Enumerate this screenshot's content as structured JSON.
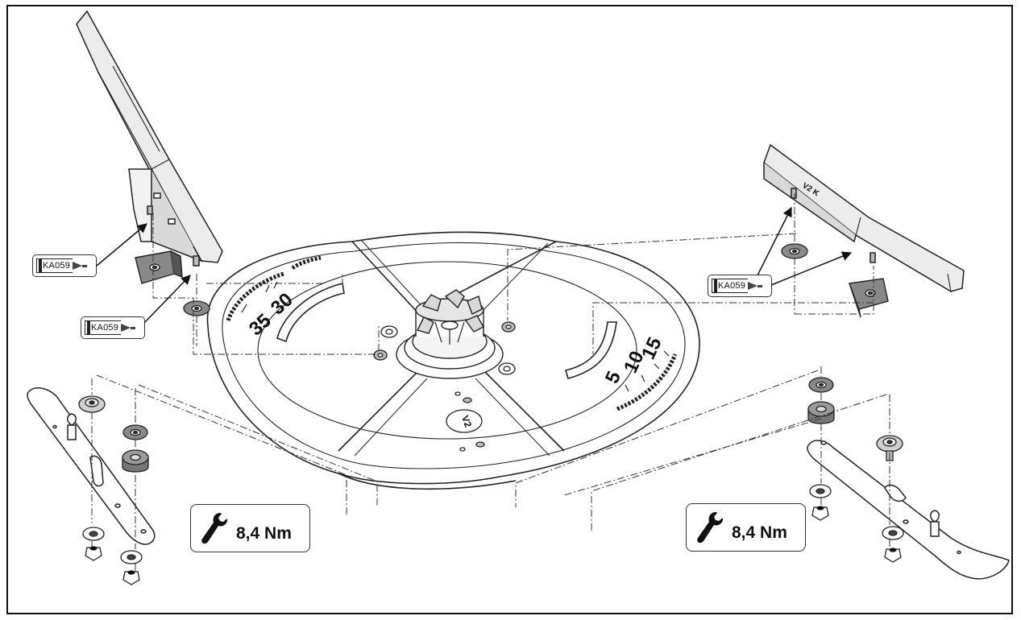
{
  "callouts": {
    "torque_left": {
      "value": "8,4 Nm",
      "icon": "wrench-icon"
    },
    "torque_right": {
      "value": "8,4 Nm",
      "icon": "wrench-icon"
    },
    "adhesive_left_upper": {
      "code": "KA059",
      "icon": "adhesive-tube-icon"
    },
    "adhesive_left_lower": {
      "code": "KA059",
      "icon": "adhesive-tube-icon"
    },
    "adhesive_right": {
      "code": "KA059",
      "icon": "adhesive-tube-icon"
    }
  },
  "disc": {
    "scale_left": {
      "num_a": "35",
      "num_b": "30"
    },
    "scale_right": {
      "num_a": "5",
      "num_b": "10",
      "num_c": "15"
    },
    "hub_mark": "V2"
  },
  "right_arm": {
    "marking": "V2 K"
  }
}
